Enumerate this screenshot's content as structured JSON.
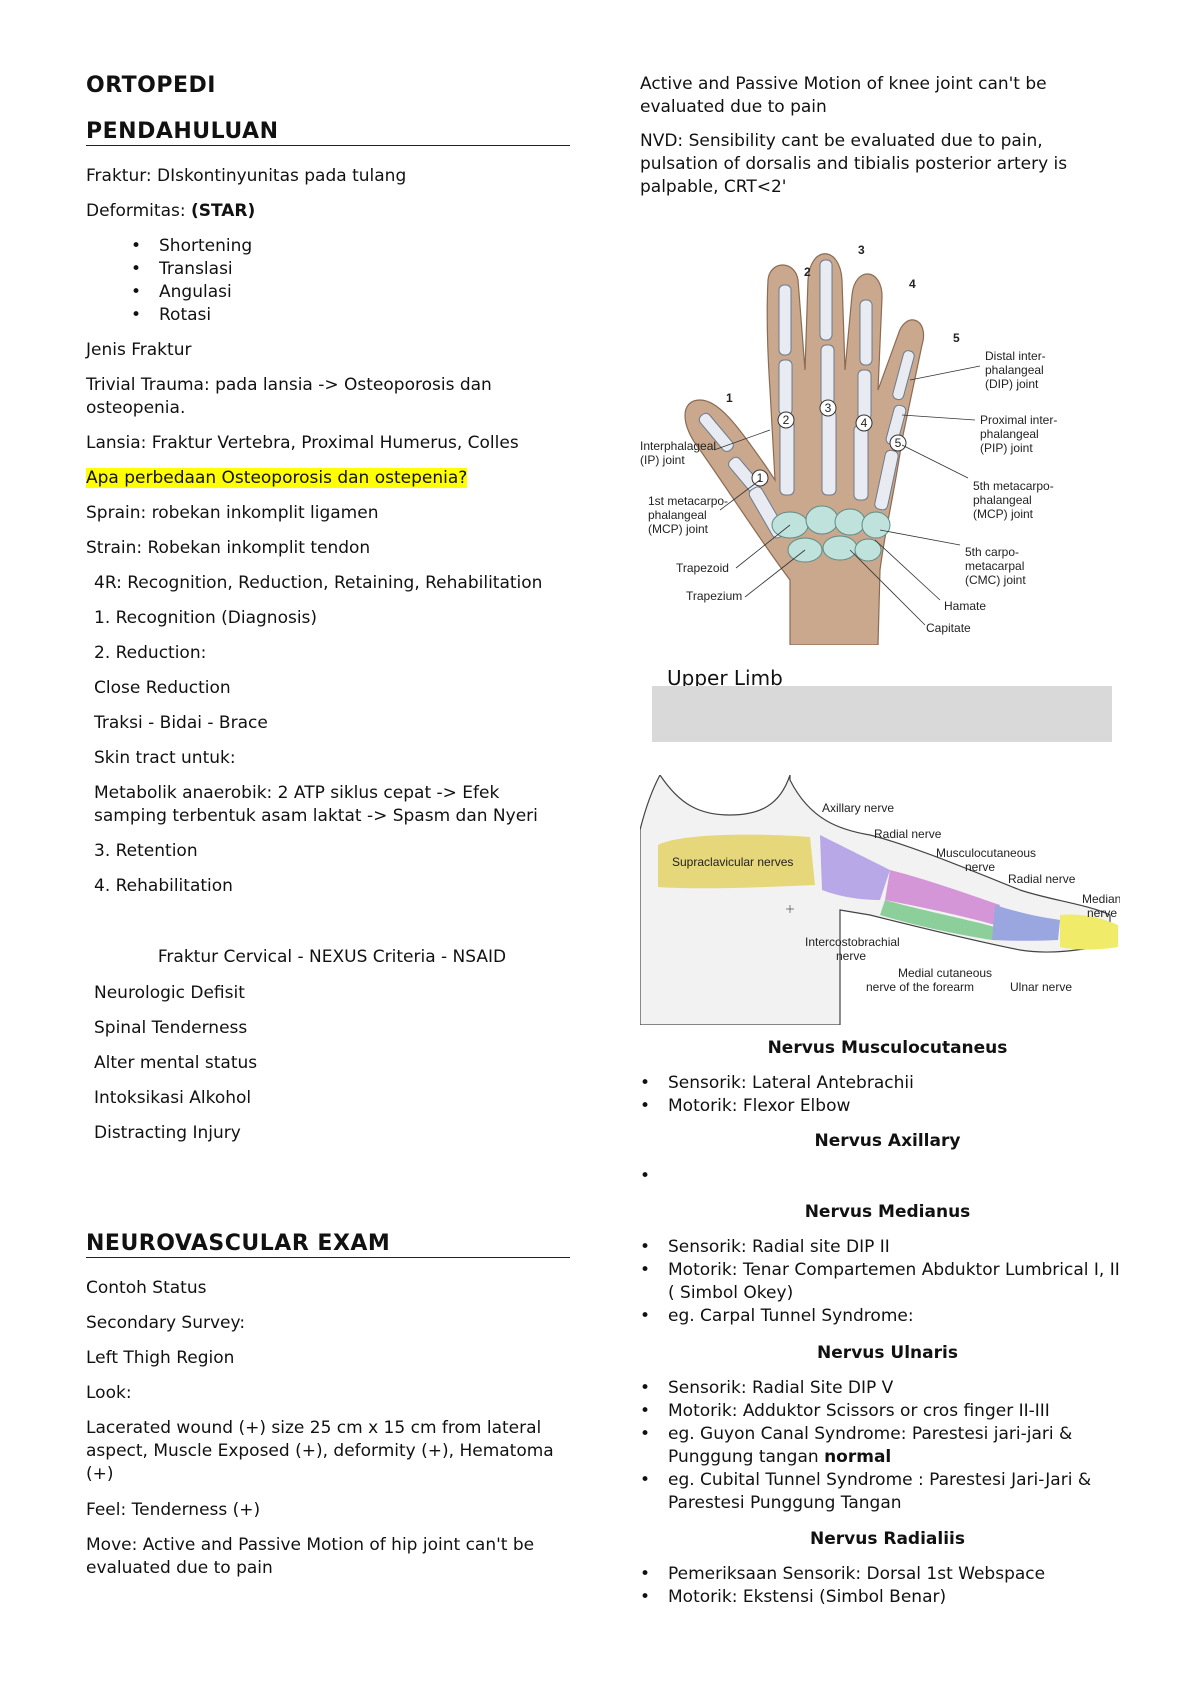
{
  "left": {
    "title": "ORTOPEDI",
    "section1": "PENDAHULUAN",
    "fraktur_def": "Fraktur: DIskontinyunitas pada tulang",
    "deformitas_label": "Deformitas: ",
    "deformitas_star": "(STAR)",
    "star_items": [
      "Shortening",
      "Translasi",
      "Angulasi",
      "Rotasi"
    ],
    "jenis_fraktur": "Jenis Fraktur",
    "trivial_trauma": "Trivial Trauma: pada lansia -> Osteoporosis dan osteopenia.",
    "lansia": "Lansia: Fraktur Vertebra, Proximal Humerus, Colles",
    "question": "Apa perbedaan Osteoporosis dan ostepenia?",
    "sprain": "Sprain: robekan inkomplit ligamen",
    "strain": "Strain: Robekan inkomplit tendon",
    "four_r": "4R: Recognition, Reduction, Retaining, Rehabilitation",
    "recognition": "1. Recognition (Diagnosis)",
    "reduction": "2. Reduction:",
    "close_reduction": "Close Reduction",
    "traksi": "Traksi - Bidai - Brace",
    "skin_tract": "Skin tract untuk:",
    "metabolik": "Metabolik anaerobik: 2 ATP siklus cepat -> Efek samping terbentuk asam laktat -> Spasm dan Nyeri",
    "retention": "3. Retention",
    "rehabilitation": "4. Rehabilitation",
    "cervical_title": "Fraktur Cervical - NEXUS Criteria - NSAID",
    "nexus_items": [
      "Neurologic Defisit",
      "Spinal Tenderness",
      "Alter mental status",
      "Intoksikasi Alkohol",
      "Distracting Injury"
    ],
    "section2": "NEUROVASCULAR EXAM",
    "contoh": "Contoh Status",
    "secondary": "Secondary Survey:",
    "left_thigh": "Left Thigh Region",
    "look": "Look:",
    "lacerated": "Lacerated wound (+) size 25 cm x 15 cm from lateral aspect, Muscle Exposed (+), deformity (+), Hematoma (+)",
    "feel": "Feel: Tenderness (+)",
    "move": "Move: Active and Passive Motion of hip joint can't be evaluated due to pain"
  },
  "right": {
    "knee": "Active and Passive Motion of knee joint can't be evaluated due to pain",
    "nvd": "NVD: Sensibility cant be evaluated due to pain, pulsation of dorsalis and tibialis posterior artery is palpable, CRT<2'",
    "hand_figure": {
      "numbers": [
        "1",
        "2",
        "3",
        "4",
        "5"
      ],
      "labels": {
        "dip": [
          "Distal inter-",
          "phalangeal",
          "(DIP) joint"
        ],
        "pip": [
          "Proximal inter-",
          "phalangeal",
          "(PIP) joint"
        ],
        "mcp5": [
          "5th metacarpo-",
          "phalangeal",
          "(MCP) joint"
        ],
        "cmc5": [
          "5th carpo-",
          "metacarpal",
          "(CMC) joint"
        ],
        "hamate": "Hamate",
        "capitate": "Capitate",
        "ip": [
          "Interphalageal",
          "(IP) joint"
        ],
        "mcp1": [
          "1st metacarpo-",
          "phalangeal",
          "(MCP) joint"
        ],
        "trapezoid": "Trapezoid",
        "trapezium": "Trapezium"
      }
    },
    "upper_limb": "Upper Limb",
    "arm_figure": {
      "labels": {
        "supraclavicular": "Supraclavicular nerves",
        "axillary": "Axillary nerve",
        "radial1": "Radial nerve",
        "musculo": [
          "Musculocutaneous",
          "nerve"
        ],
        "radial2": "Radial nerve",
        "median": [
          "Median",
          "nerve"
        ],
        "intercosto": [
          "Intercostobrachial",
          "nerve"
        ],
        "medial_cut": [
          "Medial cutaneous",
          "nerve of the forearm"
        ],
        "ulnar": "Ulnar nerve"
      }
    },
    "musculo_title": "Nervus Musculocutaneus",
    "musculo_items": [
      "Sensorik: Lateral Antebrachii",
      "Motorik: Flexor Elbow"
    ],
    "axillary_title": "Nervus Axillary",
    "axillary_items": [
      ""
    ],
    "medianus_title": "Nervus Medianus",
    "medianus_items": [
      "Sensorik: Radial site DIP II",
      "Motorik: Tenar Compartemen Abduktor Lumbrical I, II ( Simbol Okey)",
      "eg. Carpal Tunnel Syndrome:"
    ],
    "ulnaris_title": "Nervus Ulnaris",
    "ulnaris_items": [
      "Sensorik: Radial Site DIP V",
      "Motorik: Adduktor Scissors or cros finger II-III",
      "eg. Cubital Tunnel Syndrome : Parestesi Jari-Jari & Parestesi Punggung Tangan"
    ],
    "guyon_text": "eg. Guyon Canal Syndrome: Parestesi jari-jari & Punggung tangan ",
    "guyon_bold": "normal",
    "radialis_title": "Nervus Radialiis",
    "radialis_items": [
      "Pemeriksaan Sensorik: Dorsal 1st Webspace",
      "Motorik: Ekstensi (Simbol Benar)"
    ]
  }
}
